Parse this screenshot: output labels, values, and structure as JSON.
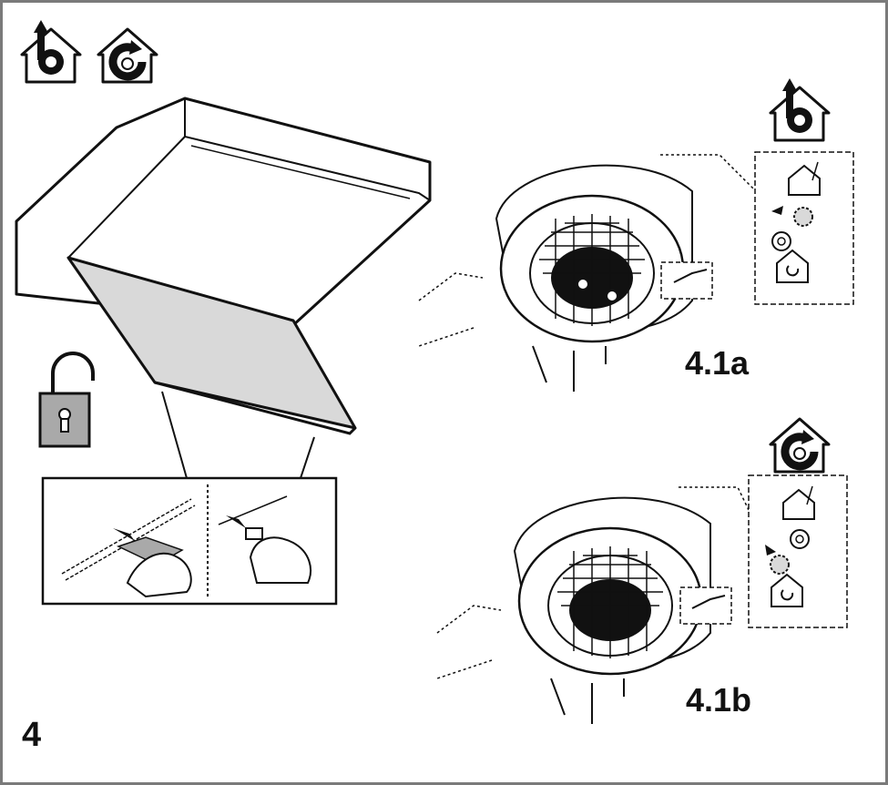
{
  "step_number": "4",
  "labels": {
    "variant_a": "4.1a",
    "variant_b": "4.1b"
  },
  "icons": {
    "top_left": [
      "ducted-exhaust-mode-icon",
      "recirculation-mode-icon"
    ],
    "variant_a_mode": "ducted-exhaust-mode-icon",
    "variant_b_mode": "recirculation-mode-icon",
    "unlock": "unlock-padlock-icon"
  },
  "colors": {
    "line": "#111111",
    "filter_fill": "#d9d9d9",
    "padlock_fill": "#a9a9a9",
    "frame": "#7a7a7a"
  }
}
